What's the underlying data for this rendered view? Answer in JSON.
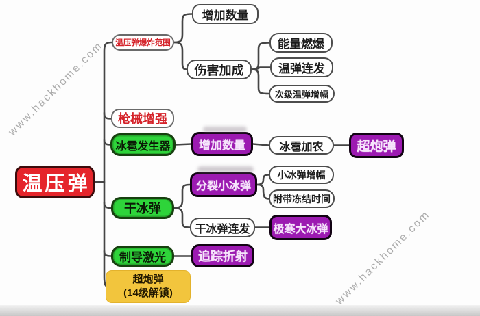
{
  "mindmap": {
    "root": {
      "label": "温压弹"
    },
    "branches": {
      "blast_range": {
        "label": "温压弹爆炸范围"
      },
      "add_count": {
        "label": "增加数量"
      },
      "damage_bonus": {
        "label": "伤害加成"
      },
      "energy_burst": {
        "label": "能量燃爆"
      },
      "warm_shell_burst": {
        "label": "温弹连发"
      },
      "secondary_warm_boost": {
        "label": "次级温弹增幅"
      },
      "gun_enhance": {
        "label": "枪械增强"
      },
      "hail_generator": {
        "label": "冰雹发生器"
      },
      "add_count_2": {
        "label": "增加数量"
      },
      "hail_cannon": {
        "label": "冰雹加农"
      },
      "super_shell": {
        "label": "超炮弹"
      },
      "dry_ice": {
        "label": "干冰弹"
      },
      "split_small_ice": {
        "label": "分裂小冰弹"
      },
      "small_ice_boost": {
        "label": "小冰弹增幅"
      },
      "freeze_time": {
        "label": "附带冻结时间"
      },
      "dry_ice_burst": {
        "label": "干冰弹连发"
      },
      "extreme_cold_ice": {
        "label": "极寒大冰弹"
      },
      "guided_laser": {
        "label": "制导激光"
      },
      "tracking_refraction": {
        "label": "追踪折射"
      },
      "super_shell_lvl14": {
        "line1": "超炮弹",
        "line2": "(14级解锁)"
      }
    },
    "edges": [
      [
        "温压弹",
        "温压弹爆炸范围"
      ],
      [
        "温压弹爆炸范围",
        "增加数量"
      ],
      [
        "温压弹爆炸范围",
        "伤害加成"
      ],
      [
        "伤害加成",
        "能量燃爆"
      ],
      [
        "伤害加成",
        "温弹连发"
      ],
      [
        "伤害加成",
        "次级温弹增幅"
      ],
      [
        "温压弹",
        "枪械增强"
      ],
      [
        "温压弹",
        "冰雹发生器"
      ],
      [
        "冰雹发生器",
        "增加数量"
      ],
      [
        "增加数量",
        "冰雹加农"
      ],
      [
        "冰雹加农",
        "超炮弹"
      ],
      [
        "温压弹",
        "干冰弹"
      ],
      [
        "干冰弹",
        "分裂小冰弹"
      ],
      [
        "分裂小冰弹",
        "小冰弹增幅"
      ],
      [
        "分裂小冰弹",
        "附带冻结时间"
      ],
      [
        "干冰弹",
        "干冰弹连发"
      ],
      [
        "干冰弹连发",
        "极寒大冰弹"
      ],
      [
        "温压弹",
        "制导激光"
      ],
      [
        "制导激光",
        "追踪折射"
      ],
      [
        "温压弹",
        "超炮弹(14级解锁)"
      ]
    ]
  },
  "watermark": {
    "text": "www.hackhome.com"
  },
  "colors": {
    "root_red": "#e5252b",
    "green": "#2ed43a",
    "purple": "#9c1ab1",
    "yellow": "#f2c53d",
    "red_text": "#d5232a",
    "line": "#454545"
  }
}
